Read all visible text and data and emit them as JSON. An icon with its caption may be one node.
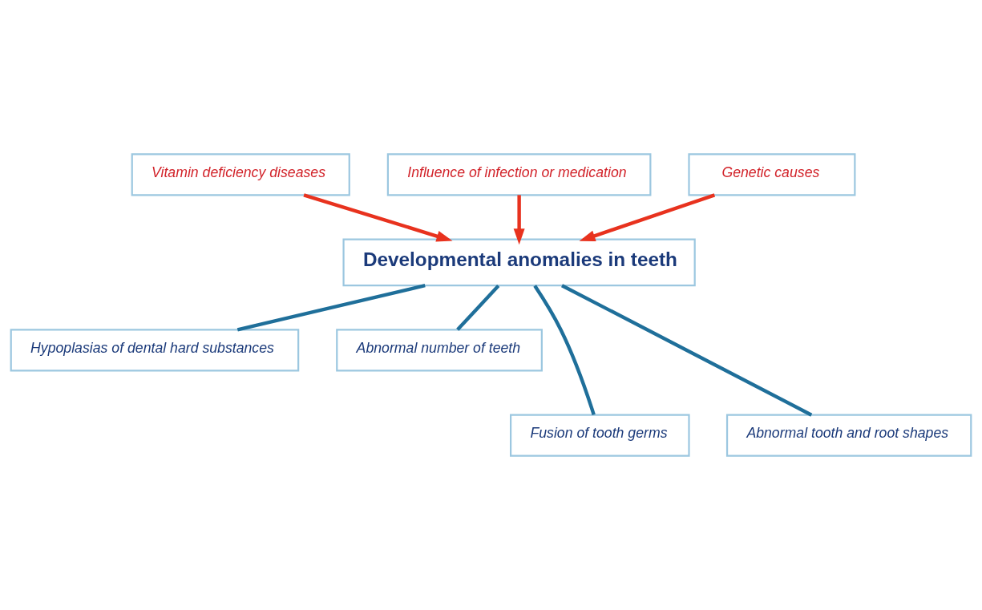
{
  "diagram": {
    "nodes": [
      {
        "text": [
          "Vitamin deficiency diseases"
        ]
      },
      {
        "text": [
          "Influence of infection or medication"
        ]
      },
      {
        "text": [
          "Genetic causes"
        ]
      },
      {
        "text": [
          "Developmental anomalies in teeth"
        ]
      },
      {
        "text": [
          "Hypoplasias of dental hard substances"
        ]
      },
      {
        "text": [
          "Abnormal number of teeth"
        ]
      },
      {
        "text": [
          "Fusion of tooth germs"
        ]
      },
      {
        "text": [
          "Abnormal tooth and root shapes"
        ]
      }
    ],
    "edges": [
      {
        "from": 0,
        "to": 3,
        "arrow": "to",
        "color": "#e8321e"
      },
      {
        "from": 1,
        "to": 3,
        "arrow": "to",
        "color": "#e8321e"
      },
      {
        "from": 2,
        "to": 3,
        "arrow": "to",
        "color": "#e8321e"
      },
      {
        "from": 3,
        "to": 4,
        "arrow": "none",
        "color": "#1f6f9a"
      },
      {
        "from": 3,
        "to": 5,
        "arrow": "none",
        "color": "#1f6f9a"
      },
      {
        "from": 3,
        "to": 6,
        "arrow": "none",
        "color": "#1f6f9a"
      },
      {
        "from": 3,
        "to": 7,
        "arrow": "none",
        "color": "#1f6f9a"
      }
    ]
  }
}
